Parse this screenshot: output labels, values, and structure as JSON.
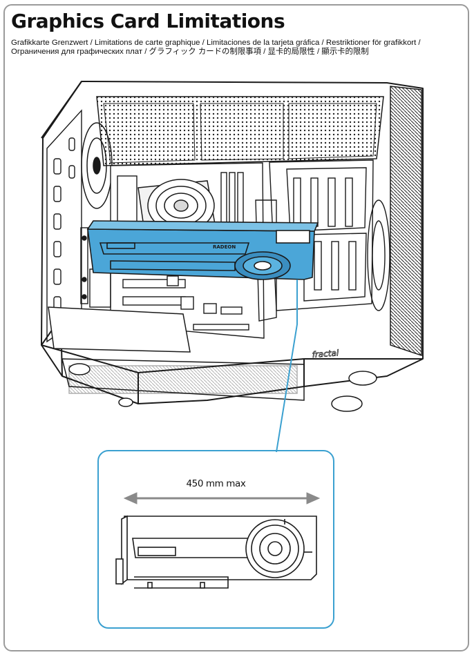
{
  "header": {
    "title": "Graphics Card Limitations",
    "subtitle_line1": "Grafikkarte Grenzwert / Limitations de carte graphique / Limitaciones de la tarjeta gráfica / Restriktioner för grafikkort /",
    "subtitle_line2": "Ограничения для графических плат / グラフィック カードの制限事項 / 显卡的局限性 / 顯示卡的限制"
  },
  "illustration": {
    "card_brand": "RADEON",
    "case_brand": "fractal",
    "accent_color": "#3aa0d0",
    "card_color": "#4ba6d8"
  },
  "callout": {
    "dimension_label": "450 mm max"
  }
}
